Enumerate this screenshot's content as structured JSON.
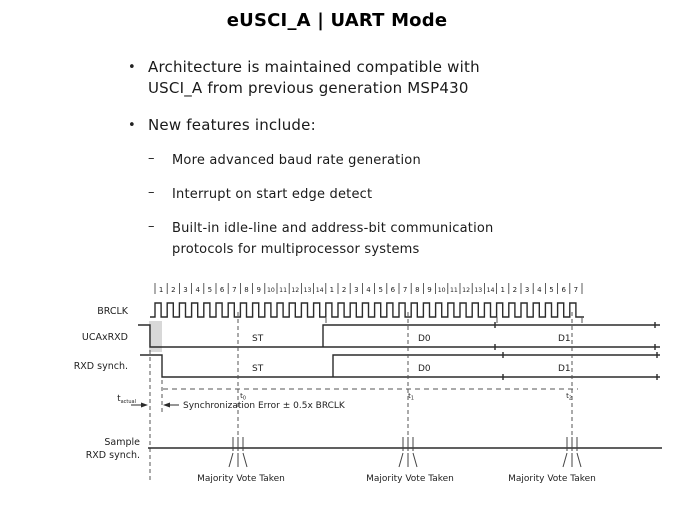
{
  "slide": {
    "title": "eUSCI_A | UART Mode",
    "bullet1": {
      "marker": "•",
      "lines": [
        "Architecture is maintained compatible with",
        "USCI_A from previous generation MSP430"
      ]
    },
    "bullet2": {
      "marker": "•",
      "text": "New features include:"
    },
    "sub1": {
      "marker": "–",
      "text": "More advanced baud rate generation"
    },
    "sub2": {
      "marker": "–",
      "text": "Interrupt on start edge detect"
    },
    "sub3": {
      "marker": "–",
      "lines": [
        "Built-in idle-line and address-bit communication",
        "protocols for multiprocessor systems"
      ]
    }
  },
  "diagram": {
    "signal_brclk": "BRCLK",
    "signal_ucaxrxd": "UCAxRXD",
    "signal_rxd_synch": "RXD synch.",
    "bit_counter": [
      "1",
      "2",
      "3",
      "4",
      "5",
      "6",
      "7",
      "8",
      "9",
      "10",
      "11",
      "12",
      "13",
      "14",
      "1",
      "2",
      "3",
      "4",
      "5",
      "6",
      "7",
      "8",
      "9",
      "10",
      "11",
      "12",
      "13",
      "14",
      "1",
      "2",
      "3",
      "4",
      "5",
      "6",
      "7"
    ],
    "st_label": "ST",
    "d0_label": "D0",
    "d1_label": "D1",
    "t_actual": {
      "base": "t",
      "sub": "actual"
    },
    "t0": {
      "base": "t",
      "sub": "0"
    },
    "t1": {
      "base": "t",
      "sub": "1"
    },
    "t2": {
      "base": "t",
      "sub": "2"
    },
    "sync_error_label": "Synchronization Error ± 0.5x BRCLK",
    "sample_label_line1": "Sample",
    "sample_label_line2": "RXD synch.",
    "majority_vote_label": "Majority Vote Taken",
    "line_color": "#2b2b2b",
    "shade_color": "#d8d8d8"
  }
}
